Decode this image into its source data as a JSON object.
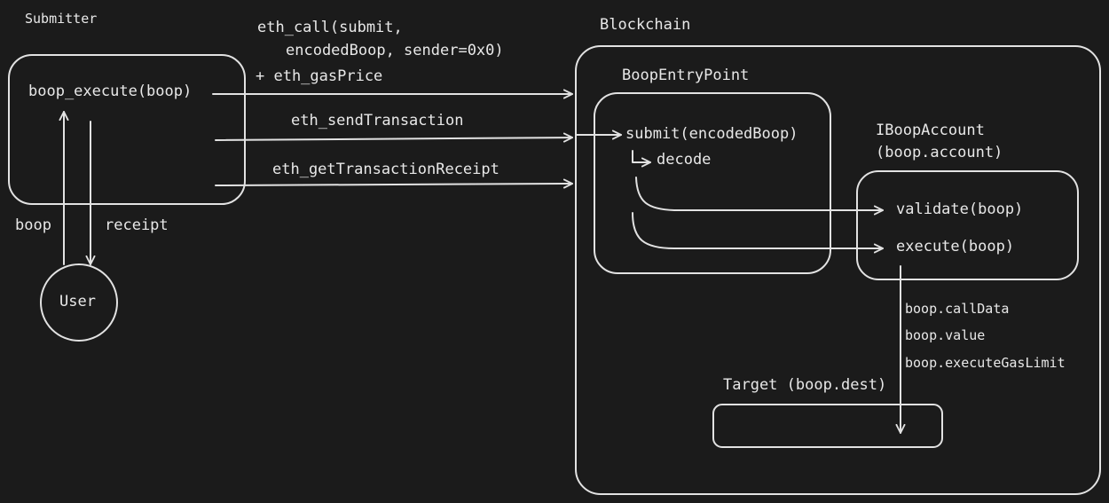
{
  "diagram": {
    "submitter": {
      "title": "Submitter",
      "method": "boop_execute(boop)"
    },
    "user": {
      "label": "User",
      "to_submitter": "boop",
      "from_submitter": "receipt"
    },
    "rpc": {
      "call_line1": "eth_call(submit,",
      "call_line2": "encodedBoop, sender=0x0)",
      "gas_price": "+ eth_gasPrice",
      "send": "eth_sendTransaction",
      "receipt": "eth_getTransactionReceipt"
    },
    "blockchain": {
      "title": "Blockchain",
      "entrypoint": {
        "title": "BoopEntryPoint",
        "submit": "submit(encodedBoop)",
        "decode": "decode"
      },
      "account": {
        "title_line1": "IBoopAccount",
        "title_line2": "(boop.account)",
        "validate": "validate(boop)",
        "execute": "execute(boop)"
      },
      "call_fields": [
        "boop.callData",
        "boop.value",
        "boop.executeGasLimit"
      ],
      "target": {
        "title": "Target (boop.dest)"
      }
    },
    "colors": {
      "background": "#1b1b1b",
      "stroke": "#e2e2e2",
      "text": "#e8e8e8"
    }
  }
}
